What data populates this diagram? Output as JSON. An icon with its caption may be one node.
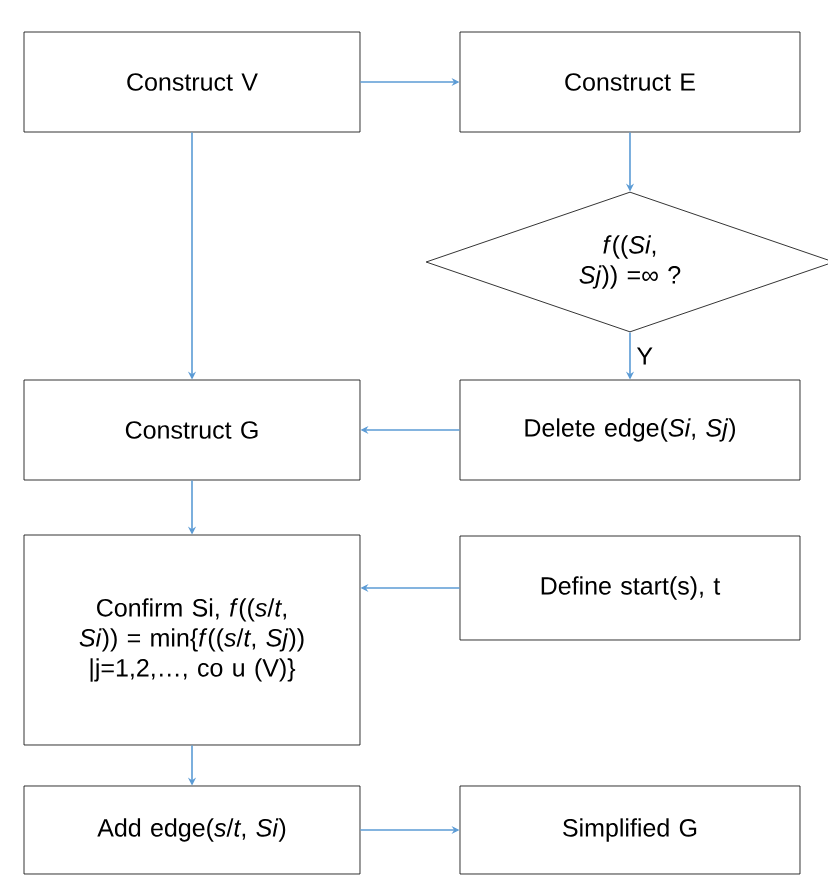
{
  "diagram": {
    "nodes": [
      {
        "text": [
          "Construct V"
        ]
      },
      {
        "text": [
          "Construct E"
        ]
      },
      {
        "text": [
          "*f*((*Si*, *Sj*)) =∞ ?"
        ]
      },
      {
        "text": [
          "Construct G"
        ]
      },
      {
        "text": [
          "Delete edge(*Si*, *Sj*)"
        ]
      },
      {
        "text": [
          "Confirm Si, *f*((*s*/*t*, *Si*)) = min{*f*((*s*/*t*, *Sj*)) |j=1,2,…, co u (V)}"
        ]
      },
      {
        "text": [
          "Define start(s), t"
        ]
      },
      {
        "text": [
          "Add edge(*s*/*t*, *Si*)"
        ]
      },
      {
        "text": [
          "Simplified G"
        ]
      }
    ],
    "edges": [
      {
        "from": 0,
        "to": 1,
        "arrow": "to",
        "color": "#5b9bd5"
      },
      {
        "from": 0,
        "to": 3,
        "arrow": "to",
        "color": "#5b9bd5"
      },
      {
        "from": 1,
        "to": 2,
        "arrow": "to",
        "color": "#5b9bd5"
      },
      {
        "from": 2,
        "to": 4,
        "arrow": "to",
        "label": "Y",
        "color": "#5b9bd5"
      },
      {
        "from": 4,
        "to": 3,
        "arrow": "to",
        "color": "#5b9bd5"
      },
      {
        "from": 3,
        "to": 5,
        "arrow": "to",
        "color": "#5b9bd5"
      },
      {
        "from": 6,
        "to": 5,
        "arrow": "to",
        "color": "#5b9bd5"
      },
      {
        "from": 5,
        "to": 7,
        "arrow": "to",
        "color": "#5b9bd5"
      },
      {
        "from": 7,
        "to": 8,
        "arrow": "to",
        "color": "#5b9bd5"
      }
    ]
  }
}
